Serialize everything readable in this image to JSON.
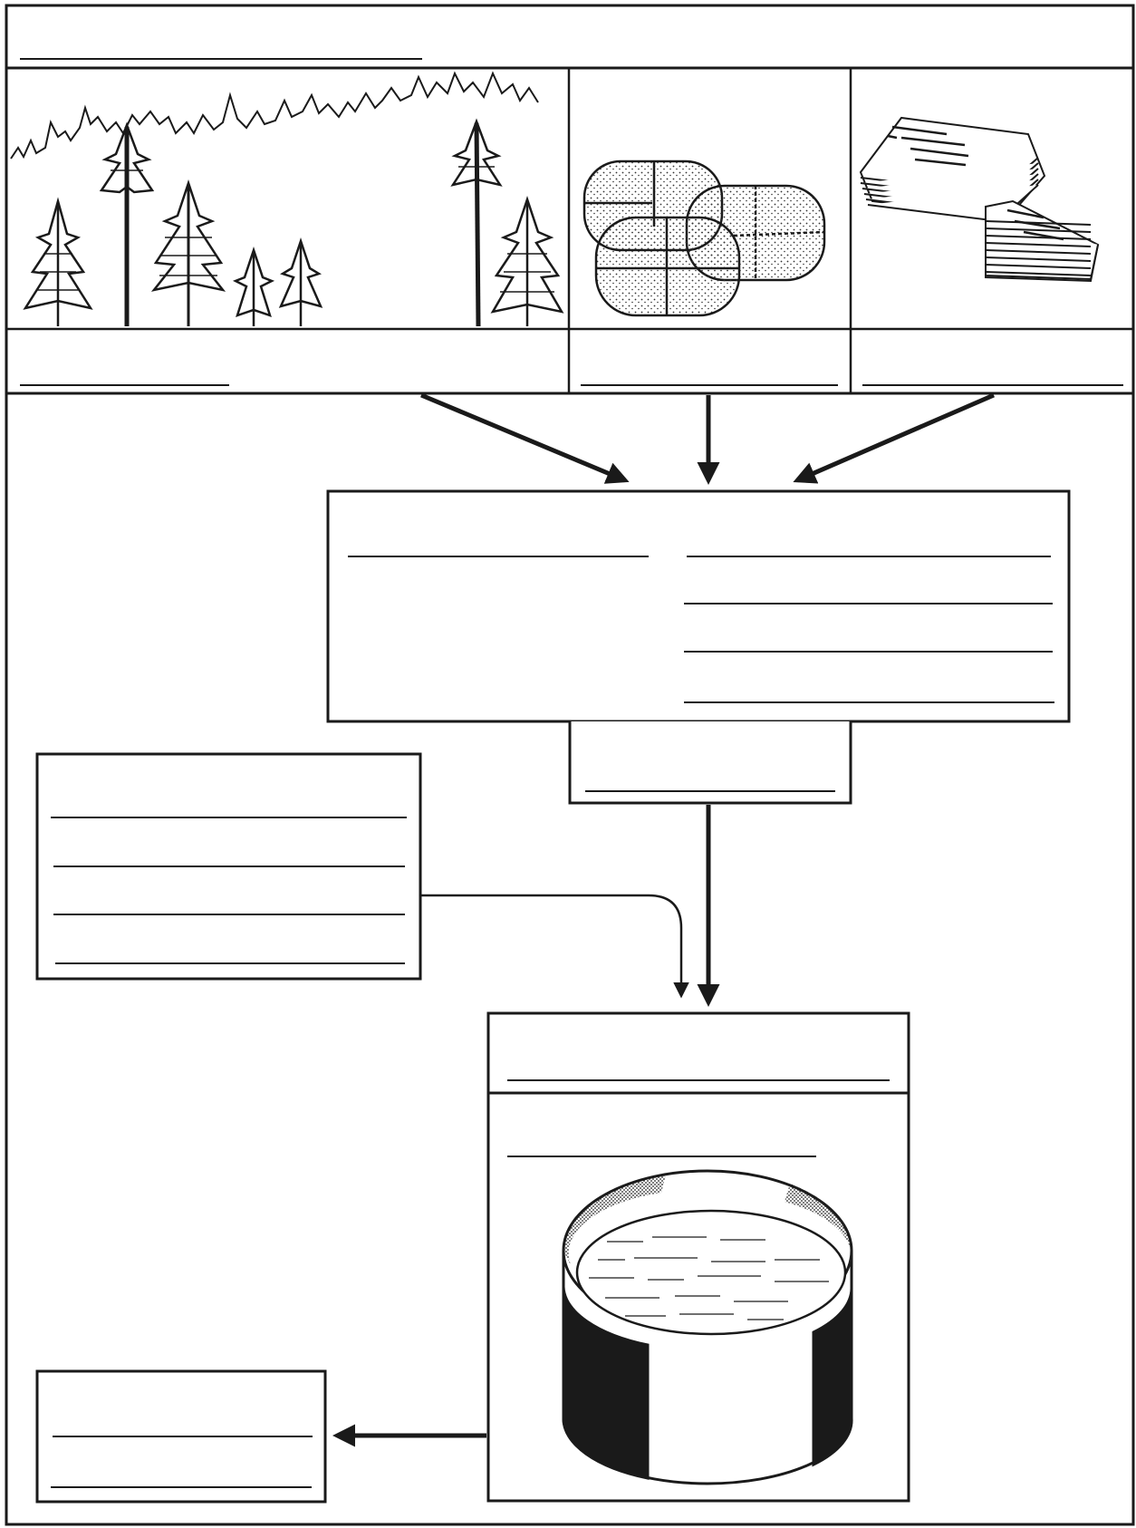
{
  "diagram": {
    "title": "",
    "sources": [
      {
        "key": "forest",
        "icon": "forest-icon",
        "label": ""
      },
      {
        "key": "cotton",
        "icon": "cotton-bales-icon",
        "label": ""
      },
      {
        "key": "wastepaper",
        "icon": "paper-stack-icon",
        "label": ""
      }
    ],
    "process_box": {
      "left_lines": 1,
      "right_lines": 4,
      "tab_lines": 1
    },
    "additives_box": {
      "lines": 4
    },
    "product_box": {
      "header_lines": 1,
      "caption_lines": 1,
      "icon": "paper-roll-icon"
    },
    "output_box": {
      "lines": 2
    },
    "colors": {
      "ink": "#1a1a1a",
      "paper": "#ffffff",
      "stipple": "#555555"
    }
  }
}
